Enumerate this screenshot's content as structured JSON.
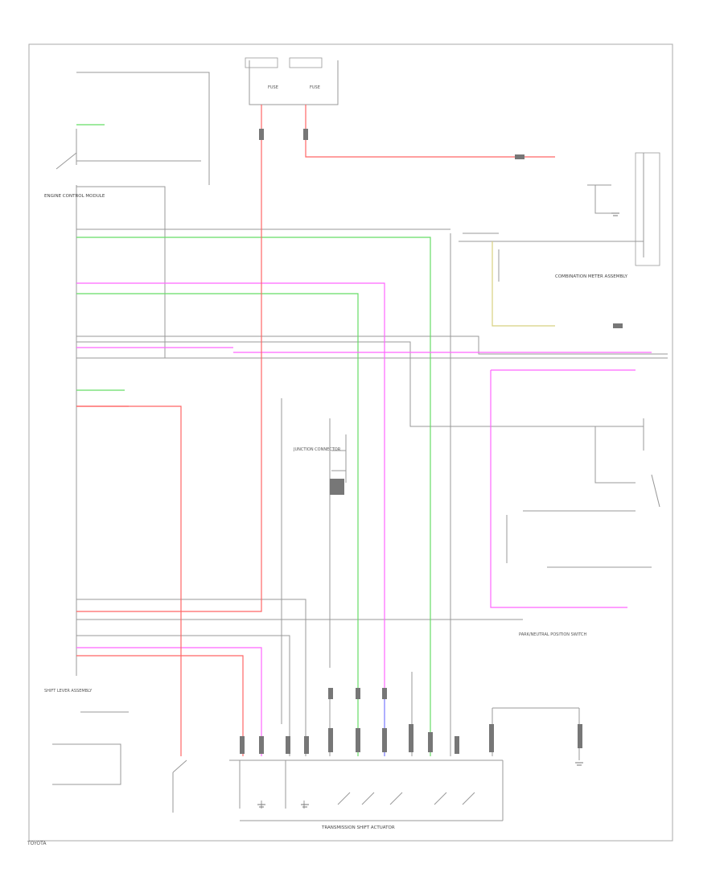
{
  "diagram": {
    "border_color": "#aaaaaa",
    "wire_colors": {
      "green": "#66dd66",
      "red": "#ff6666",
      "magenta": "#ff66ff",
      "yellow": "#e0e090",
      "blue": "#7777ff",
      "gray": "#999999"
    },
    "components": [
      {
        "id": "fuse-1",
        "label": "FUSE"
      },
      {
        "id": "fuse-2",
        "label": "FUSE"
      },
      {
        "id": "engine-ecm",
        "label": "ENGINE CONTROL MODULE"
      },
      {
        "id": "combination-meter",
        "label": "COMBINATION METER ASSEMBLY"
      },
      {
        "id": "transmission-shift-actuator",
        "label": "TRANSMISSION SHIFT ACTUATOR"
      },
      {
        "id": "park-position-switch",
        "label": "PARK/NEUTRAL POSITION SWITCH"
      },
      {
        "id": "shift-lever-assembly",
        "label": "SHIFT LEVER ASSEMBLY"
      },
      {
        "id": "junction-connector",
        "label": "JUNCTION CONNECTOR"
      }
    ],
    "footer_label": "TOYOTA"
  }
}
